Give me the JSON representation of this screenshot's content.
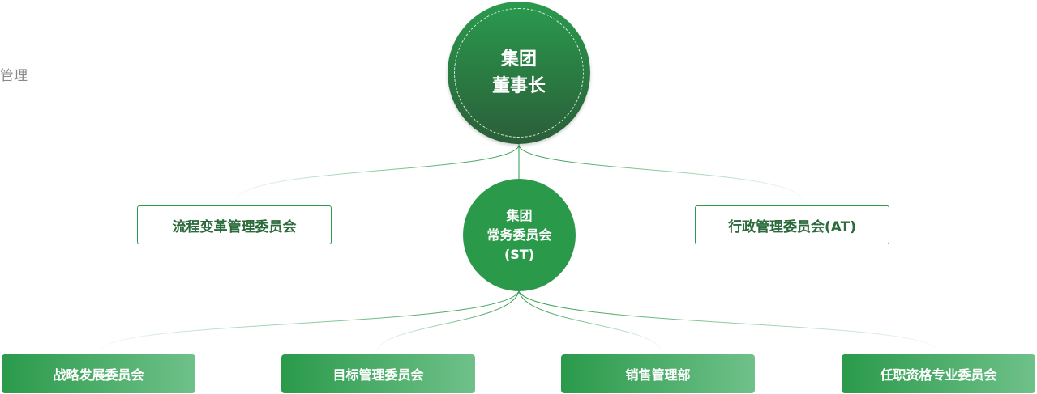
{
  "side_label": "管理",
  "top_node": {
    "line1": "集团",
    "line2": "董事长"
  },
  "mid_node": {
    "line1": "集团",
    "line2": "常务委员会",
    "line3": "(ST)"
  },
  "left_box": "流程变革管理委员会",
  "right_box": "行政管理委员会(AT)",
  "bottom_boxes": [
    "战略发展委员会",
    "目标管理委员会",
    "销售管理部",
    "任职资格专业委员会"
  ]
}
